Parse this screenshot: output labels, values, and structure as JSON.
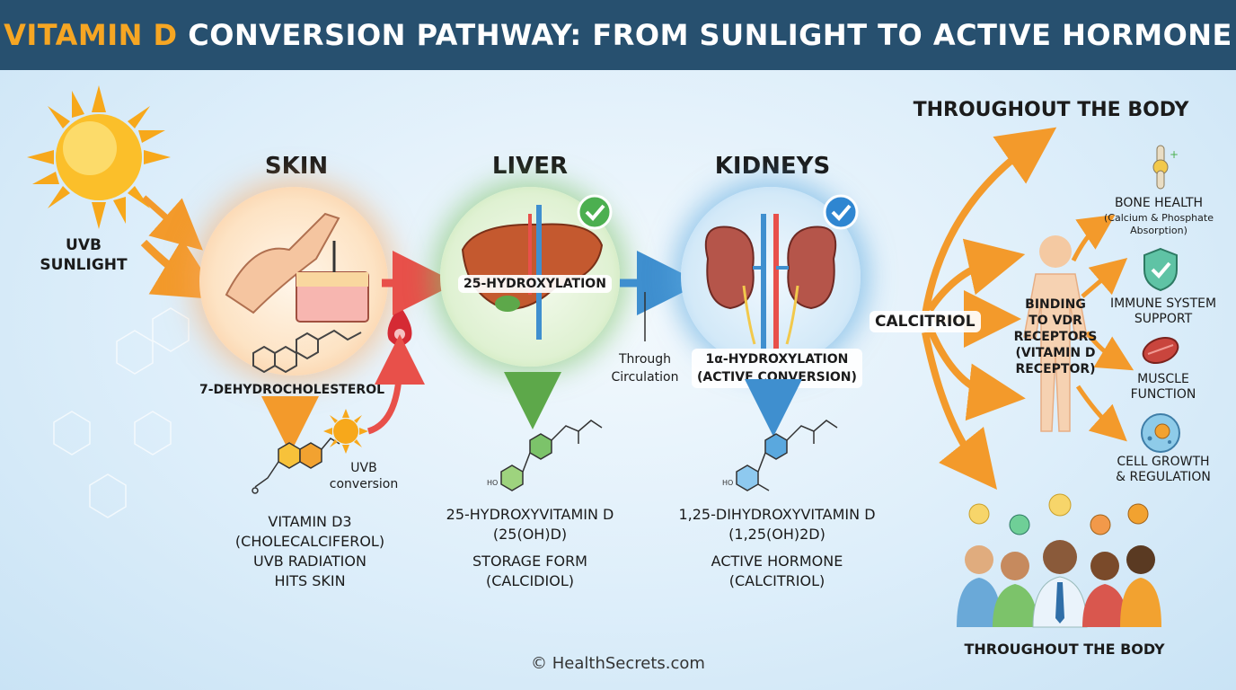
{
  "title": {
    "highlight": "VITAMIN D",
    "rest": "CONVERSION PATHWAY: FROM SUNLIGHT TO ACTIVE HORMONE"
  },
  "sun": {
    "label_line1": "UVB",
    "label_line2": "SUNLIGHT"
  },
  "skin": {
    "heading": "SKIN",
    "molecule": "7-DEHYDROCHOLESTEROL",
    "uvb_line1": "UVB",
    "uvb_line2": "conversion",
    "product_line1": "VITAMIN D3",
    "product_line2": "(CHOLECALCIFEROL)",
    "note_line1": "UVB RADIATION",
    "note_line2": "HITS SKIN"
  },
  "liver": {
    "heading": "LIVER",
    "process": "25-HYDROXYLATION",
    "product_line1": "25-HYDROXYVITAMIN D",
    "product_line2": "(25(OH)D)",
    "note_line1": "STORAGE FORM",
    "note_line2": "(CALCIDIOL)"
  },
  "circulation": {
    "line1": "Through",
    "line2": "Circulation"
  },
  "kidneys": {
    "heading": "KIDNEYS",
    "process_line1": "1α-HYDROXYLATION",
    "process_line2": "(ACTIVE CONVERSION)",
    "product_line1": "1,25-DIHYDROXYVITAMIN D",
    "product_line2": "(1,25(OH)2D)",
    "note_line1": "ACTIVE HORMONE",
    "note_line2": "(CALCITRIOL)"
  },
  "body": {
    "heading": "THROUGHOUT THE BODY",
    "calcitriol": "CALCITRIOL",
    "binding_lines": [
      "BINDING",
      "TO VDR",
      "RECEPTORS",
      "(VITAMIN D",
      "RECEPTOR)"
    ],
    "effects": [
      {
        "title": "BONE HEALTH",
        "sub_line1": "(Calcium & Phosphate",
        "sub_line2": "Absorption)",
        "icon": "bone-joint-icon"
      },
      {
        "title_line1": "IMMUNE SYSTEM",
        "title_line2": "SUPPORT",
        "icon": "shield-check-icon"
      },
      {
        "title_line1": "MUSCLE",
        "title_line2": "FUNCTION",
        "icon": "muscle-icon"
      },
      {
        "title_line1": "CELL GROWTH",
        "title_line2": "& REGULATION",
        "icon": "cell-icon"
      }
    ],
    "footer_label": "THROUGHOUT THE BODY"
  },
  "footer": {
    "credit": "© HealthSecrets.com"
  },
  "colors": {
    "header": "#27506f",
    "accent": "#f6a623",
    "skin": "#f4a35c",
    "liver": "#7cc36a",
    "kidneys": "#5aa8de",
    "arrow_red": "#e8504a",
    "arrow_orange": "#f39a2b"
  }
}
